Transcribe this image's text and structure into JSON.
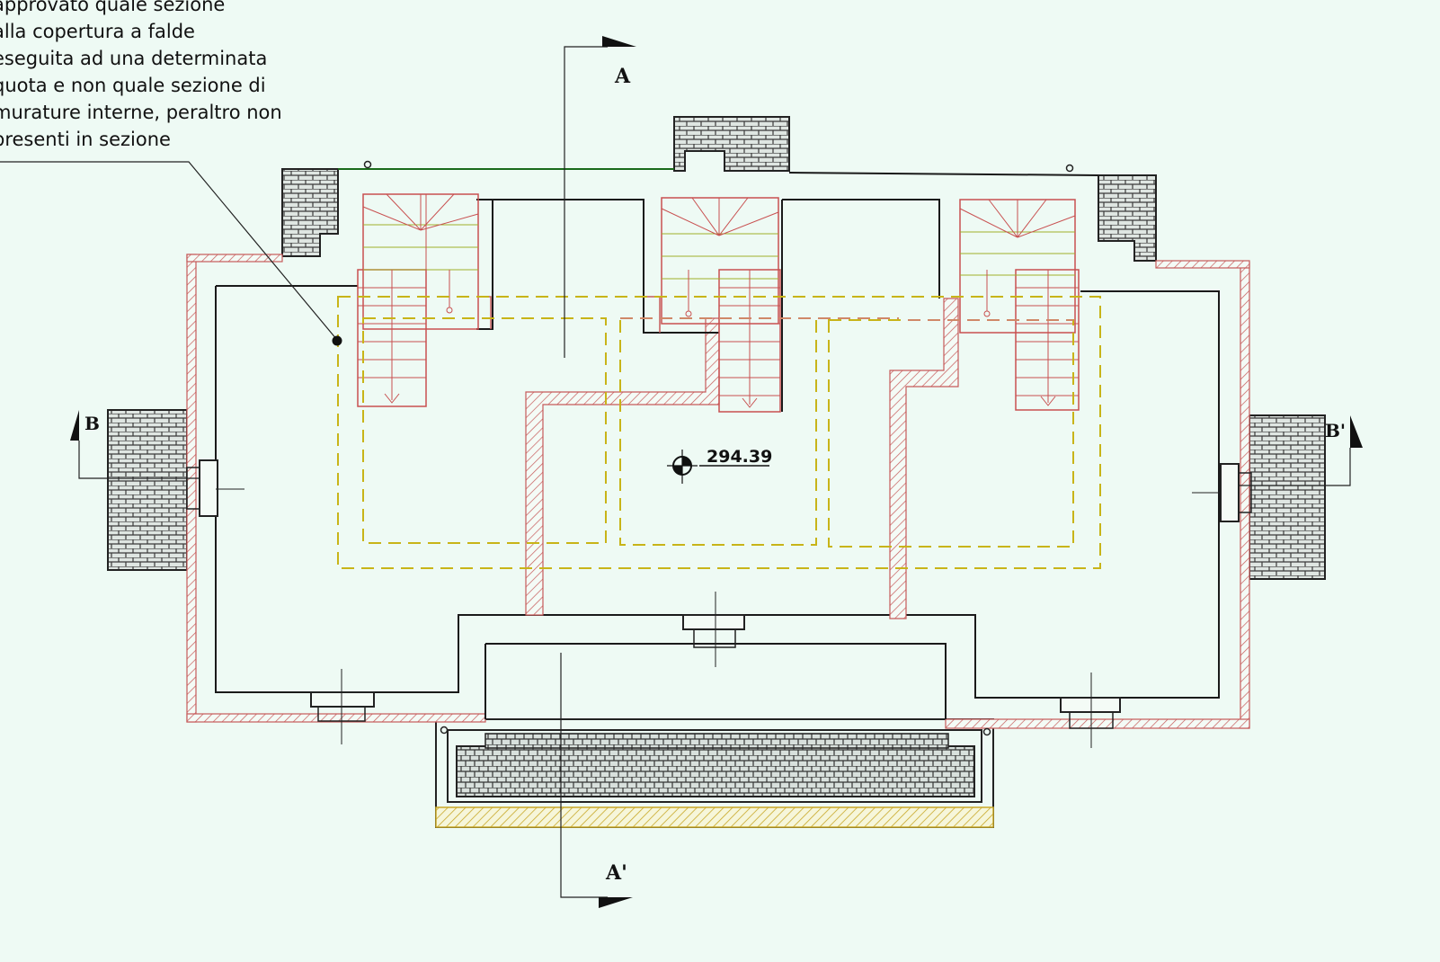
{
  "note": {
    "lines": [
      "approvato quale sezione",
      "alla copertura a falde",
      "eseguita ad una determinata",
      "quota e non quale sezione di",
      "murature interne, peraltro non",
      "presenti in sezione"
    ]
  },
  "section_labels": {
    "a_top": "A",
    "a_bottom": "A'",
    "b_left": "B",
    "b_right": "B'"
  },
  "elevation": {
    "value": "294.39"
  },
  "colors": {
    "background": "#eefaf4",
    "wall_outline": "#1a1a1a",
    "wall_hatch": "#c65a5a",
    "stairs": "#c85050",
    "stair_detail": "#a0b02a",
    "roof_dash": "#c8b418",
    "chimney": "#555555"
  }
}
